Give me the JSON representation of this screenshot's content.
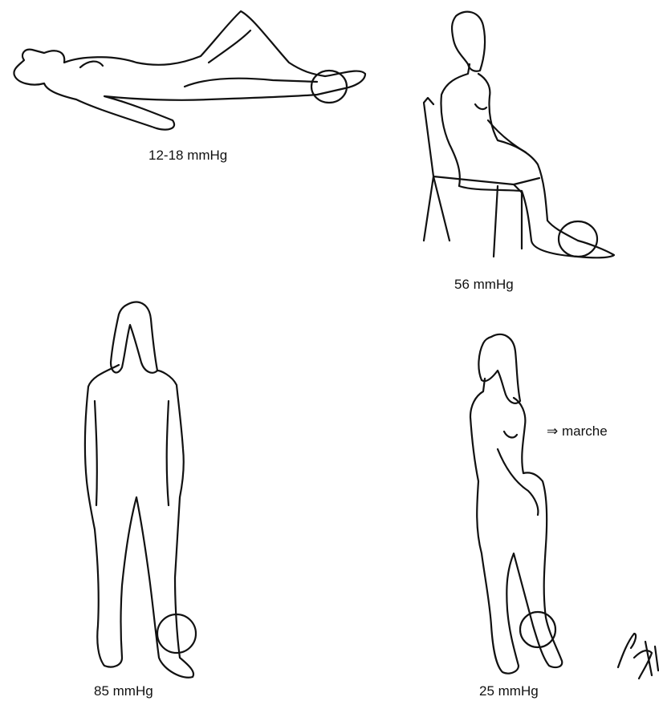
{
  "figures": [
    {
      "id": "lying",
      "position": "lying down",
      "pressure": "12-18 mmHg"
    },
    {
      "id": "sitting",
      "position": "sitting",
      "pressure": "56 mmHg"
    },
    {
      "id": "standing",
      "position": "standing",
      "pressure": "85 mmHg"
    },
    {
      "id": "walking",
      "position": "walking",
      "pressure": "25 mmHg"
    }
  ],
  "annotation": "⇒ marche",
  "signature": "Pilon"
}
